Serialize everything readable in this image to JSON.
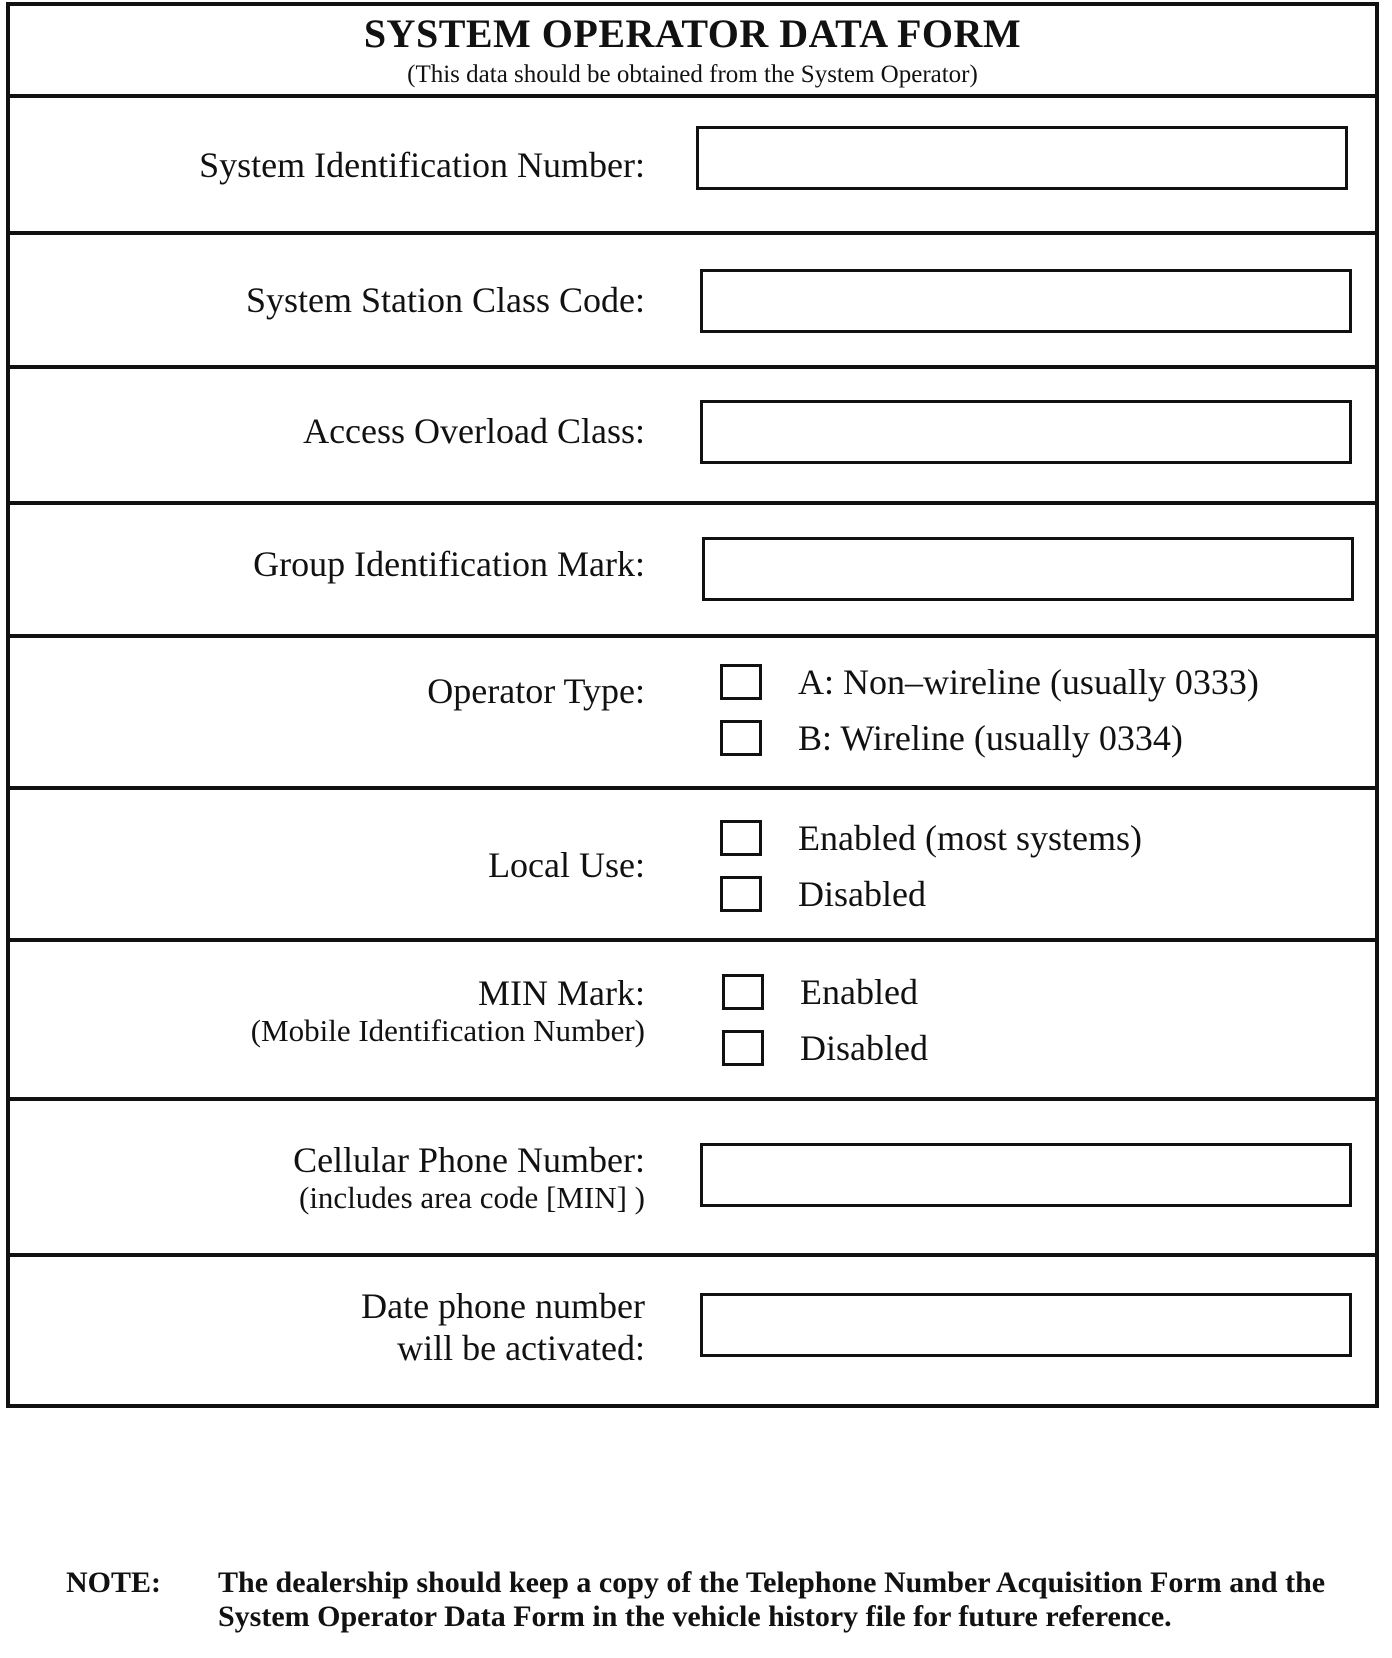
{
  "form": {
    "title": "SYSTEM OPERATOR DATA FORM",
    "subtitle": "(This data should be obtained from the System Operator)"
  },
  "rows": {
    "sid": {
      "label": "System Identification Number:"
    },
    "station_class": {
      "label": "System Station Class Code:"
    },
    "access_overload": {
      "label": "Access Overload Class:"
    },
    "group_id": {
      "label": "Group Identification Mark:"
    },
    "operator_type": {
      "label": "Operator Type:",
      "options": [
        "A: Non–wireline (usually 0333)",
        "B:  Wireline (usually 0334)"
      ]
    },
    "local_use": {
      "label": "Local Use:",
      "options": [
        "Enabled (most systems)",
        "Disabled"
      ]
    },
    "min_mark": {
      "label": "MIN Mark:",
      "sublabel": "(Mobile Identification Number)",
      "options": [
        "Enabled",
        "Disabled"
      ]
    },
    "cell_phone": {
      "label": "Cellular Phone Number:",
      "sublabel": "(includes area code [MIN] )"
    },
    "activation_date": {
      "label_line1": "Date phone number",
      "label_line2": "will be activated:"
    }
  },
  "note": {
    "key": "NOTE:",
    "text": "The dealership should keep a copy of the Telephone Number Acquisition Form and the System Operator Data Form in the vehicle history file for future reference."
  }
}
